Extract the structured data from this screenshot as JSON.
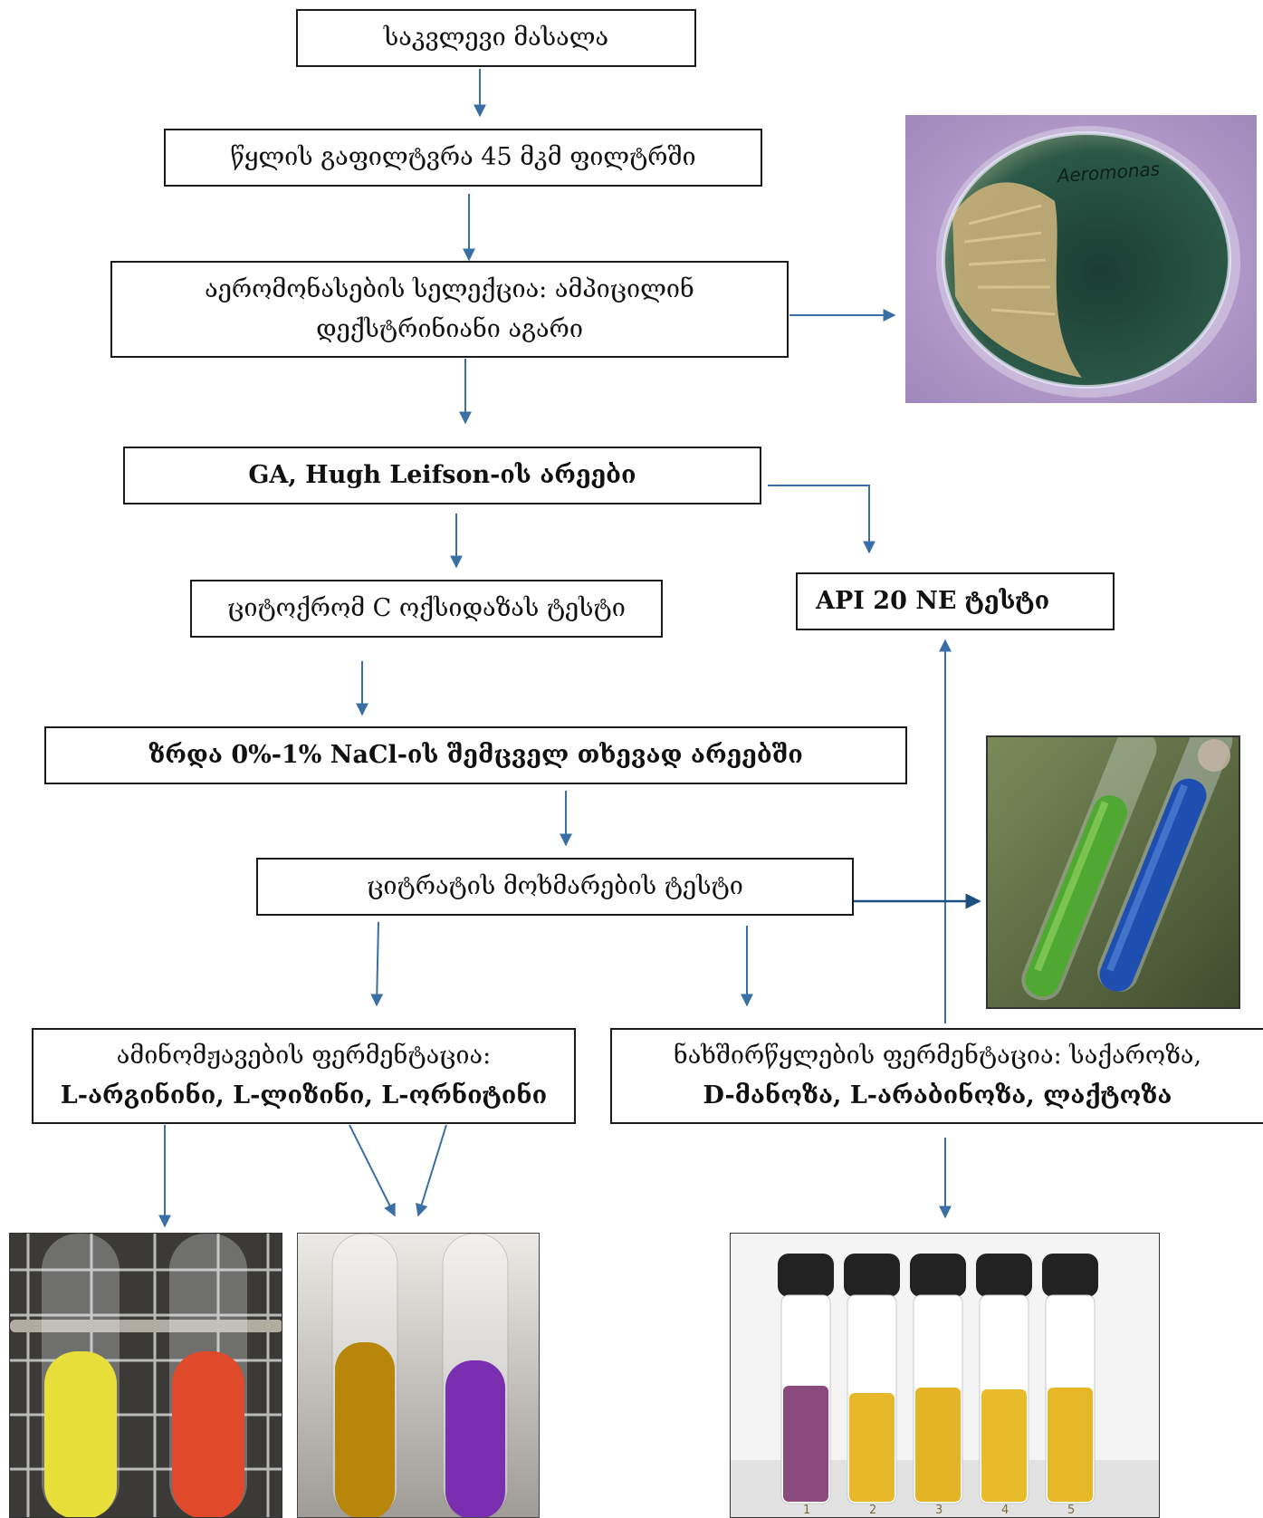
{
  "steps": {
    "sample": "საკვლევი მასალა",
    "filtration": "წყლის გაფილტვრა 45 მკმ ფილტრში",
    "selection_line1": "აერომონასების სელექცია: ამპიცილინ",
    "selection_line2": "დექსტრინიანი აგარი",
    "media": "GA, Hugh Leifson-ის არეები",
    "oxidase": "ციტოქრომ C ოქსიდაზას ტესტი",
    "api": "API 20 NE ტესტი",
    "growth": "ზრდა 0%-1% NaCl-ის შემცველ თხევად არეებში",
    "citrate": "ციტრატის მოხმარების ტესტი",
    "amino_line1": "ამინომჟავების ფერმენტაცია:",
    "amino_line2": "L-არგინინი, L-ლიზინი, L-ორნიტინი",
    "carb_line1": "ნახშირწყლების ფერმენტაცია: საქაროზა,",
    "carb_line2": "D-მანოზა, L-არაბინოზა, ლაქტოზა"
  },
  "photos": {
    "petri_label": "Aeromonas",
    "vial_numbers": [
      "1",
      "2",
      "3",
      "4",
      "5"
    ]
  },
  "colors": {
    "arrow": "#3a6fa6",
    "arrow_dark": "#1f4f80",
    "agar_green": "#1f4a3c",
    "colony_cream": "#c9b07a",
    "tube_green": "#4fa832",
    "tube_blue": "#1e4fb0",
    "tube_yellow": "#e8df3a",
    "tube_red": "#e04a2a",
    "tube_amber": "#b8860b",
    "tube_purple": "#7a2fb0"
  }
}
